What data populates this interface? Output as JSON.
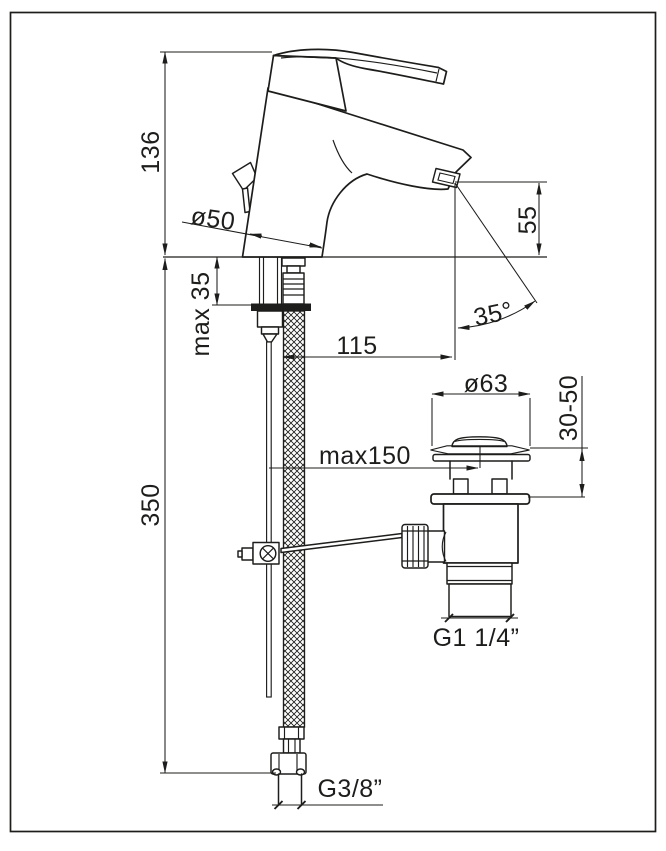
{
  "drawing": {
    "type": "technical-drawing",
    "subject": "single-lever basin mixer tap with pop-up waste set and flexible supply hose",
    "units": "mm",
    "dimensions": {
      "total_height": "136",
      "base_diameter": "ø50",
      "max_deck_thickness": "max 35",
      "spout_reach": "115",
      "outlet_height": "55",
      "outlet_angle": "35°",
      "drain_flange_diameter": "ø63",
      "drain_deck_range": "30-50",
      "rod_reach": "max150",
      "hose_length": "350",
      "drain_thread": "G1 1/4”",
      "supply_thread": "G3/8”"
    },
    "colors": {
      "line": "#1d1d1b",
      "background": "#ffffff"
    }
  }
}
